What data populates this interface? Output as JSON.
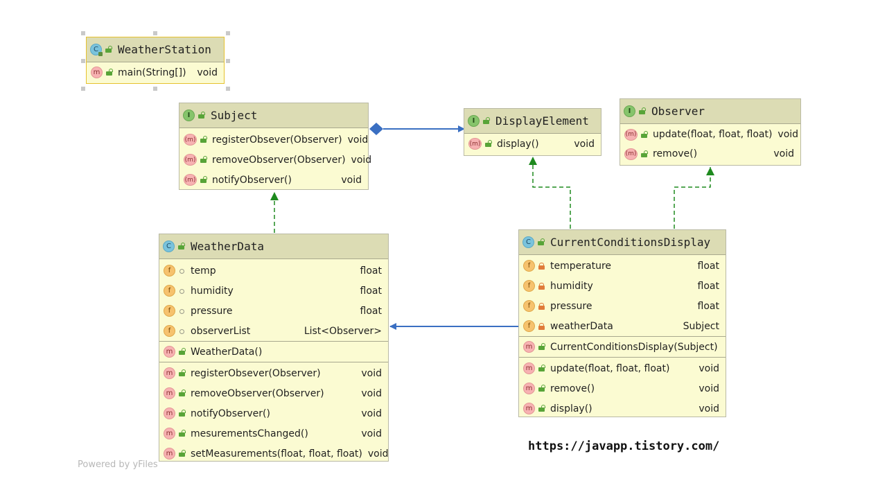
{
  "nodes": {
    "weather_station": {
      "kind": "C",
      "title": "WeatherStation",
      "methods": [
        {
          "name": "main(String[])",
          "type": "void"
        }
      ]
    },
    "subject": {
      "kind": "I",
      "title": "Subject",
      "methods": [
        {
          "name": "registerObsever(Observer)",
          "type": "void"
        },
        {
          "name": "removeObserver(Observer)",
          "type": "void"
        },
        {
          "name": "notifyObserver()",
          "type": "void"
        }
      ]
    },
    "display_element": {
      "kind": "I",
      "title": "DisplayElement",
      "methods": [
        {
          "name": "display()",
          "type": "void"
        }
      ]
    },
    "observer": {
      "kind": "I",
      "title": "Observer",
      "methods": [
        {
          "name": "update(float, float, float)",
          "type": "void"
        },
        {
          "name": "remove()",
          "type": "void"
        }
      ]
    },
    "weather_data": {
      "kind": "C",
      "title": "WeatherData",
      "fields": [
        {
          "name": "temp",
          "type": "float"
        },
        {
          "name": "humidity",
          "type": "float"
        },
        {
          "name": "pressure",
          "type": "float"
        },
        {
          "name": "observerList",
          "type": "List<Observer>"
        }
      ],
      "constructor": "WeatherData()",
      "methods": [
        {
          "name": "registerObsever(Observer)",
          "type": "void"
        },
        {
          "name": "removeObserver(Observer)",
          "type": "void"
        },
        {
          "name": "notifyObserver()",
          "type": "void"
        },
        {
          "name": "mesurementsChanged()",
          "type": "void"
        },
        {
          "name": "setMeasurements(float, float, float)",
          "type": "void"
        }
      ]
    },
    "current_conditions": {
      "kind": "C",
      "title": "CurrentConditionsDisplay",
      "fields": [
        {
          "name": "temperature",
          "type": "float"
        },
        {
          "name": "humidity",
          "type": "float"
        },
        {
          "name": "pressure",
          "type": "float"
        },
        {
          "name": "weatherData",
          "type": "Subject"
        }
      ],
      "constructor": "CurrentConditionsDisplay(Subject)",
      "methods": [
        {
          "name": "update(float, float, float)",
          "type": "void"
        },
        {
          "name": "remove()",
          "type": "void"
        },
        {
          "name": "display()",
          "type": "void"
        }
      ]
    }
  },
  "badges": {
    "class": "C",
    "interface": "I",
    "method": "m",
    "field": "f"
  },
  "colors": {
    "node_fill": "#fbfbd2",
    "header_fill": "#dcdcb4",
    "realization_edge": "#1e7d1e",
    "association_edge": "#3a6fc2"
  },
  "footer": {
    "url": "https://javapp.tistory.com/",
    "powered_by": "Powered by yFiles"
  }
}
